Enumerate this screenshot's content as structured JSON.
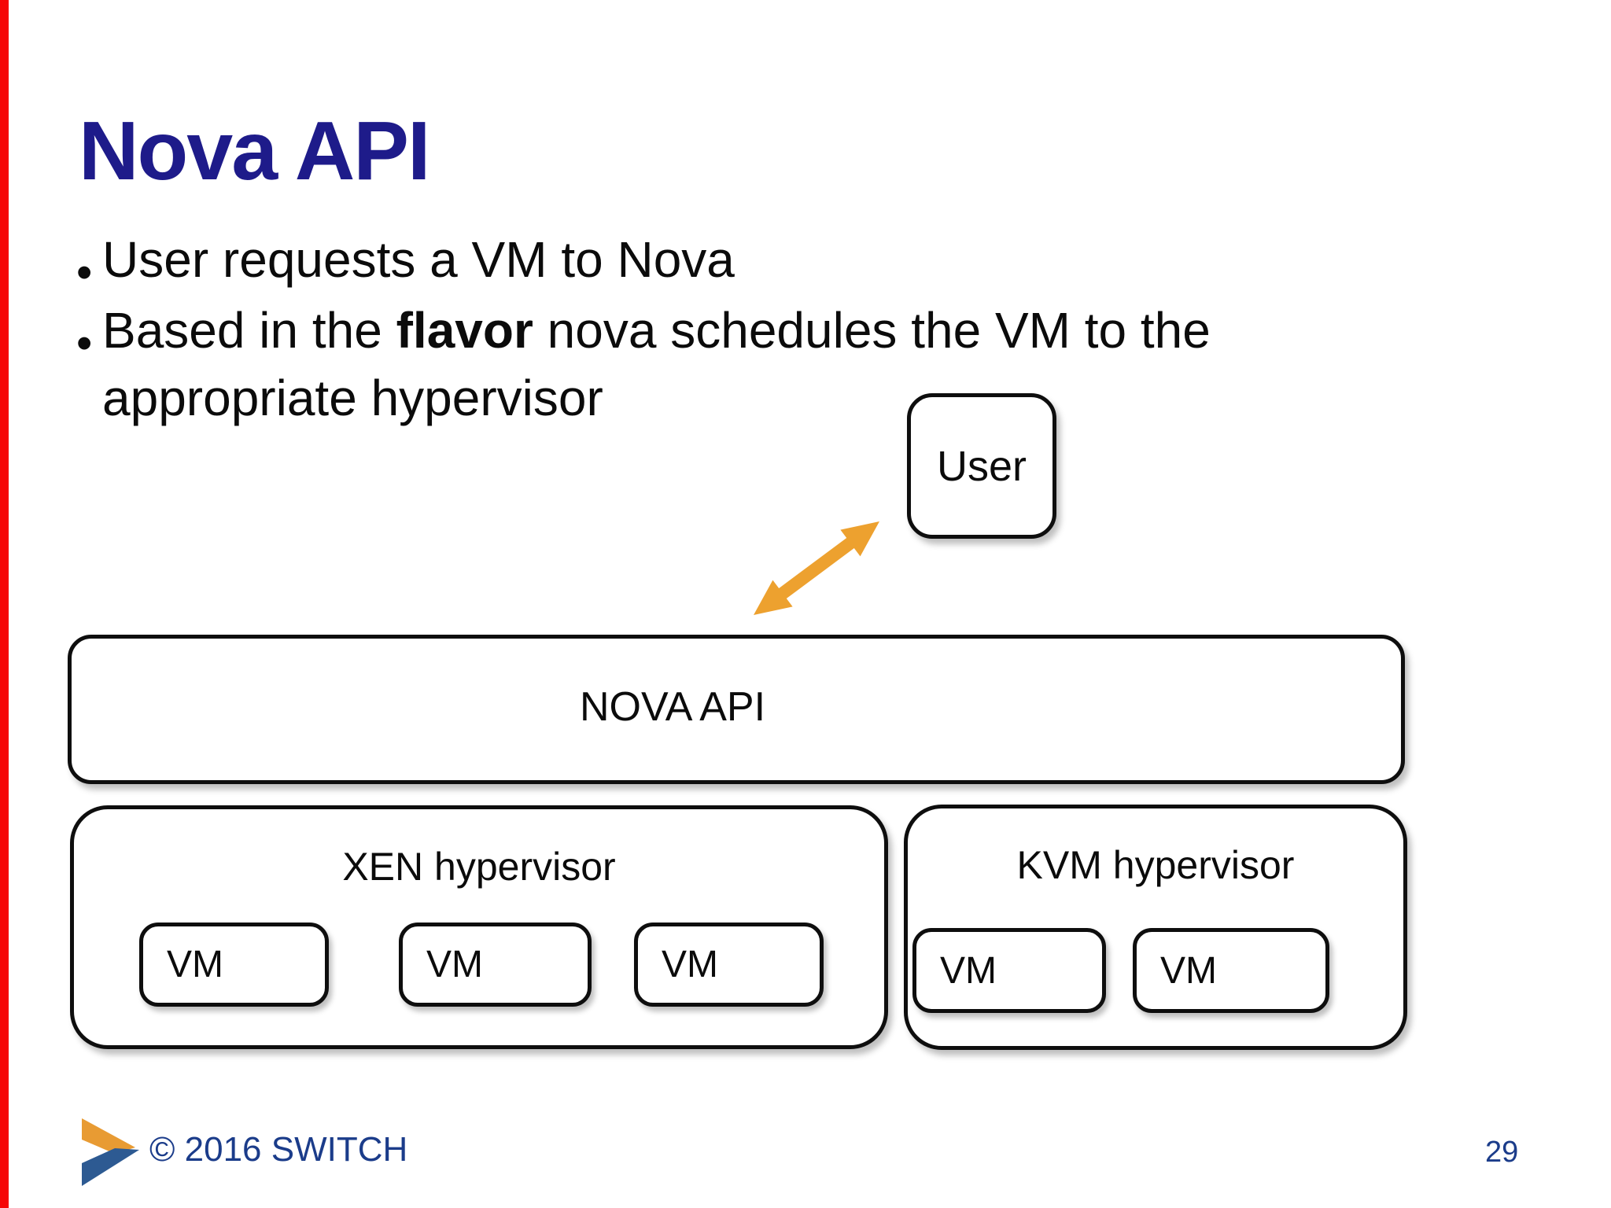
{
  "slide": {
    "title": "Nova API",
    "bullets": {
      "marker": "•",
      "b1": "User requests a VM to Nova",
      "b2_pre": "Based in the ",
      "b2_bold": "flavor",
      "b2_post": " nova schedules the VM to the",
      "b2_line2": "appropriate hypervisor"
    },
    "diagram": {
      "user_box_label": "User",
      "nova_api_label": "NOVA API",
      "xen": {
        "title": "XEN hypervisor",
        "vms": [
          "VM",
          "VM",
          "VM"
        ]
      },
      "kvm": {
        "title": "KVM hypervisor",
        "vms": [
          "VM",
          "VM"
        ]
      },
      "arrow": "double-headed-arrow-icon"
    },
    "footer": {
      "copyright": "© 2016 SWITCH",
      "page_number": "29",
      "logo": "switch-chevron-logo-icon"
    },
    "colors": {
      "title_navy": "#1e1b8a",
      "body_text": "#0b0b0b",
      "footer_navy": "#1b3c8a",
      "arrow_orange": "#eda12f",
      "logo_orange": "#e89b33",
      "logo_blue": "#2d5a92",
      "stripe_red": "#f60505",
      "box_border": "#0e0e0e"
    }
  }
}
